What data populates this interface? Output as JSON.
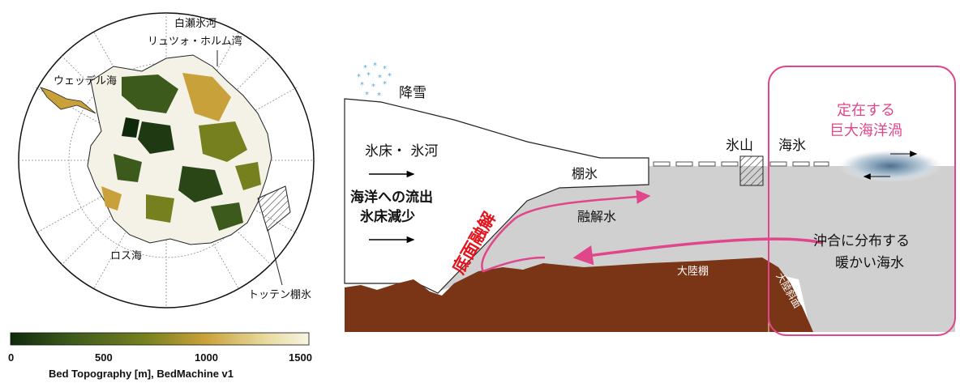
{
  "map": {
    "labels": {
      "shirase": "白瀬氷河",
      "lutzow": "リュツォ・ホルム湾",
      "weddell": "ウェッデル海",
      "ross": "ロス海",
      "totten": "トッテン棚氷"
    },
    "colorbar": {
      "ticks": [
        "0",
        "500",
        "1000",
        "1500"
      ],
      "title": "Bed Topography [m], BedMachine v1",
      "colors": [
        "#0f2a0b",
        "#3c5a1c",
        "#76801f",
        "#c9a13a",
        "#e8d99c",
        "#f7f5e4"
      ]
    }
  },
  "diagram": {
    "snowfall": "降雪",
    "ice_sheet_glacier": "氷床・ 氷河",
    "outflow": "海洋への流出",
    "ice_loss": "氷床減少",
    "ice_shelf": "棚氷",
    "iceberg": "氷山",
    "sea_ice": "海氷",
    "basal_melt": "底面融解",
    "meltwater": "融解水",
    "eddy_line1": "定在する",
    "eddy_line2": "巨大海洋渦",
    "warm_line1": "沖合に分布する",
    "warm_line2": "暖かい海水",
    "continental_shelf": "大陸棚",
    "continental_slope": "大陸斜面",
    "colors": {
      "bedrock": "#7a3517",
      "ocean": "#d0d0d0",
      "accent_pink": "#e0468a",
      "basal_red": "#e3141c",
      "snow_blue": "#5aa9d6"
    }
  }
}
